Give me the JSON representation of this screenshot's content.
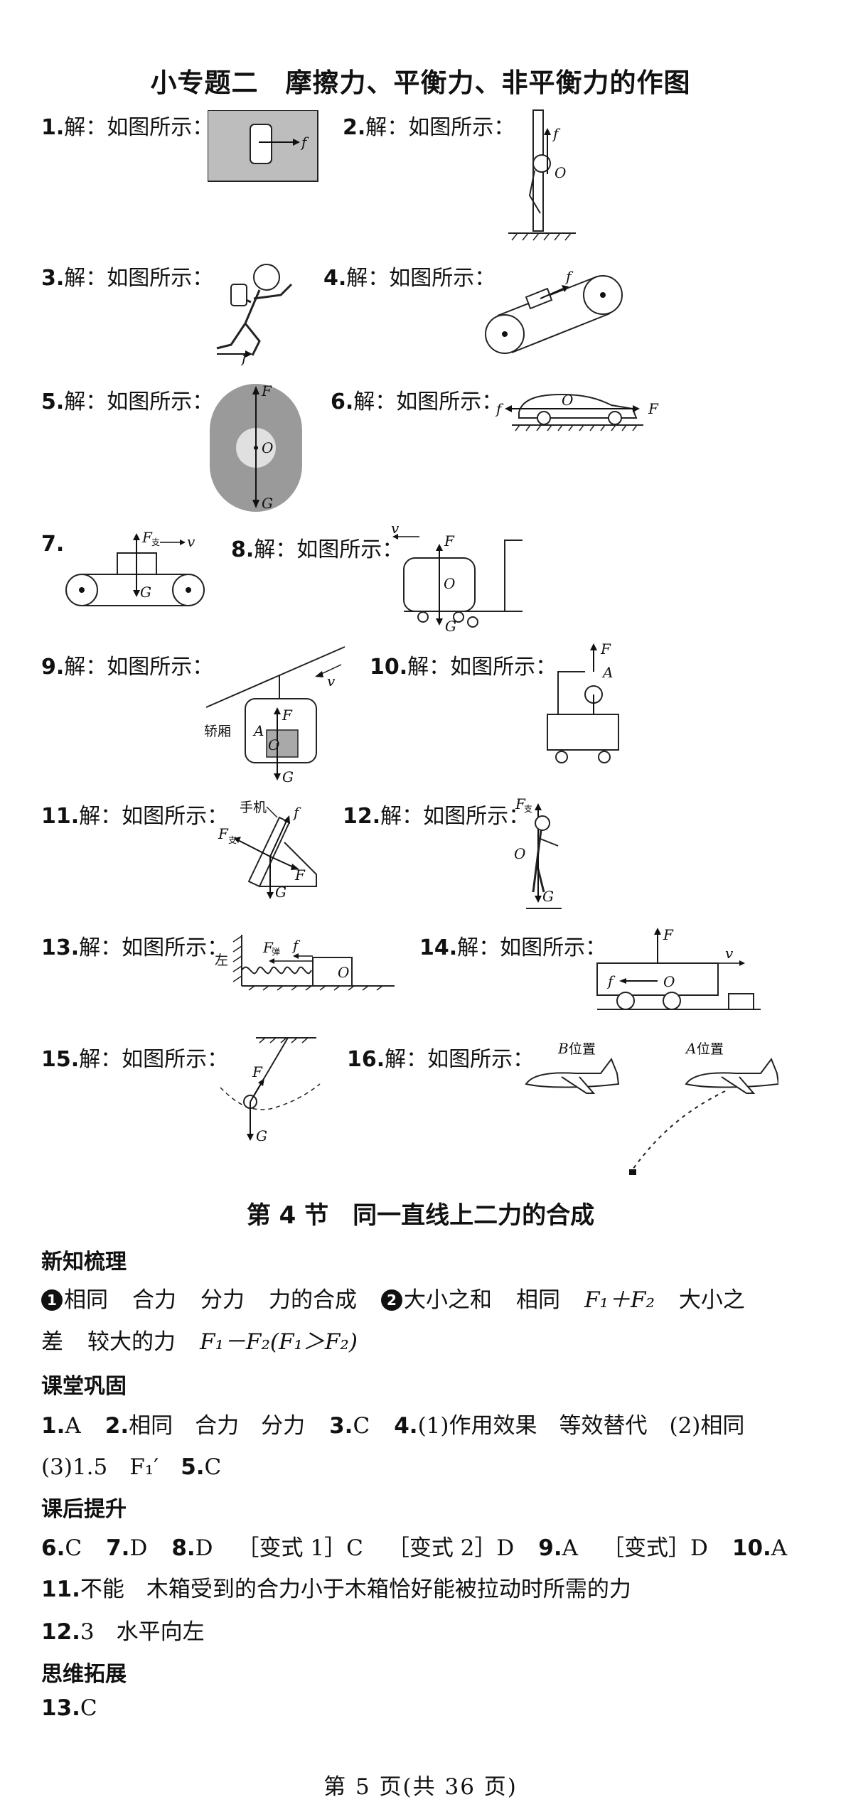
{
  "header": {
    "title": "小专题二　摩擦力、平衡力、非平衡力的作图"
  },
  "answer_prefix": "解：如图所示：",
  "items": {
    "n1": "1.",
    "n2": "2.",
    "n3": "3.",
    "n4": "4.",
    "n5": "5.",
    "n6": "6.",
    "n7": "7.",
    "n8": "8.",
    "n9": "9.",
    "n10": "10.",
    "n11": "11.",
    "n12": "12.",
    "n13": "13.",
    "n14": "14.",
    "n15": "15.",
    "n16": "16."
  },
  "figure_labels": {
    "f": "f",
    "F": "F",
    "G": "G",
    "O": "O",
    "v": "v",
    "A": "A",
    "F_zhi": "支",
    "F_tan": "弹",
    "jiaoxiang": "轿厢",
    "shouji": "手机",
    "zuo": "左",
    "b_pos": "位置",
    "b_letter": "B",
    "a_letter": "A"
  },
  "section2": {
    "title": "第 4 节　同一直线上二力的合成"
  },
  "xinzhi": {
    "heading": "新知梳理",
    "b1": "1",
    "b2": "2",
    "l1_a": "相同",
    "l1_b": "合力",
    "l1_c": "分力",
    "l1_d": "力的合成",
    "l1_e": "大小之和",
    "l1_f": "相同",
    "l1_g": "F₁＋F₂",
    "l1_h": "大小之",
    "l2_a": "差",
    "l2_b": "较大的力",
    "l2_c": "F₁－F₂(F₁＞F₂)"
  },
  "ketang": {
    "heading": "课堂巩固",
    "l1": [
      {
        "n": "1.",
        "a": "A"
      },
      {
        "n": "2.",
        "a": "相同　合力　分力"
      },
      {
        "n": "3.",
        "a": "C"
      },
      {
        "n": "4.",
        "a": "(1)作用效果　等效替代　(2)相同"
      }
    ],
    "l2": "(3)1.5　F₁′　",
    "l2_n": "5.",
    "l2_a": "C"
  },
  "kehou": {
    "heading": "课后提升",
    "l1": [
      {
        "n": "6.",
        "a": "C"
      },
      {
        "n": "7.",
        "a": "D"
      },
      {
        "n": "8.",
        "a": "D"
      },
      {
        "n": "",
        "a": "［变式 1］C"
      },
      {
        "n": "",
        "a": "［变式 2］D"
      },
      {
        "n": "9.",
        "a": "A"
      },
      {
        "n": "",
        "a": "［变式］D"
      },
      {
        "n": "10.",
        "a": "A"
      }
    ],
    "l2_n": "11.",
    "l2_a": "不能　木箱受到的合力小于木箱恰好能被拉动时所需的力",
    "l3_n": "12.",
    "l3_a": "3　水平向左"
  },
  "siwei": {
    "heading": "思维拓展",
    "n": "13.",
    "a": "C"
  },
  "footer": {
    "page": "第 5 页(共 36 页)"
  }
}
